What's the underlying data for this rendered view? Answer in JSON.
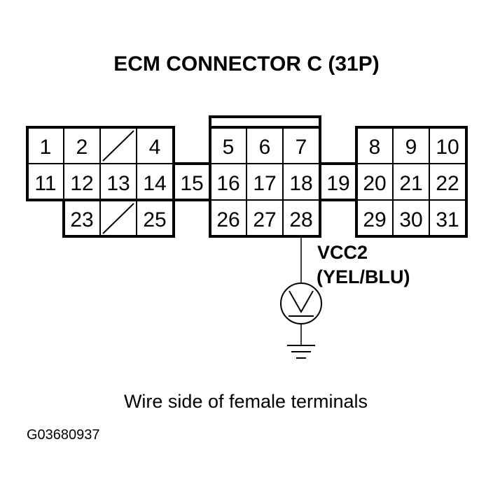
{
  "title": "ECM CONNECTOR C (31P)",
  "caption": "Wire side of female terminals",
  "figure_code": "G03680937",
  "signal": {
    "name": "VCC2",
    "wire_color": "(YEL/BLU)",
    "terminal": "28",
    "meter_symbol": "voltmeter-icon",
    "ground_symbol": "ground-icon"
  },
  "connector": {
    "pins_total": 31,
    "row1": [
      "1",
      "2",
      "",
      "4",
      "",
      "5",
      "6",
      "7",
      "",
      "8",
      "9",
      "10"
    ],
    "row2": [
      "11",
      "12",
      "13",
      "14",
      "15",
      "16",
      "17",
      "18",
      "19",
      "20",
      "21",
      "22"
    ],
    "row3": [
      "",
      "23",
      "",
      "25",
      "",
      "26",
      "27",
      "28",
      "",
      "29",
      "30",
      "31"
    ],
    "empty_cavities": [
      "row1-col3",
      "row3-col3"
    ]
  }
}
